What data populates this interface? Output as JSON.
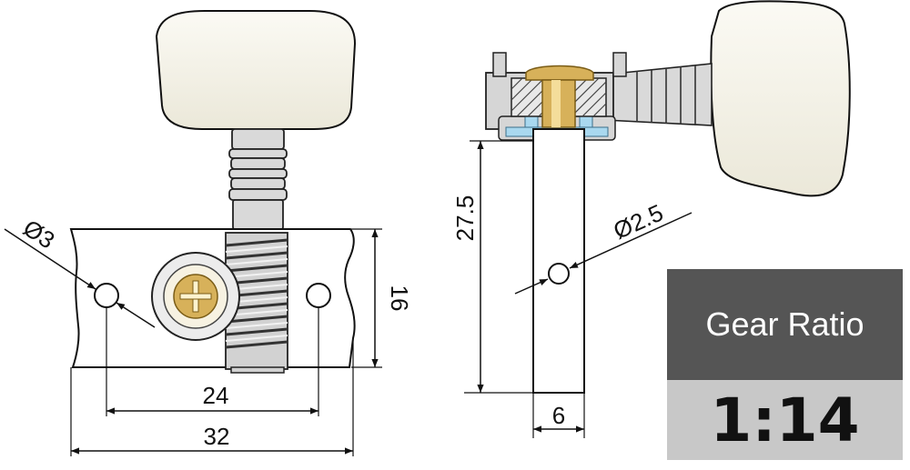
{
  "diagram": {
    "front_view": {
      "hole_diameter": "Ø3",
      "hole_spacing": "24",
      "plate_length": "32",
      "plate_height": "16"
    },
    "side_view": {
      "post_height": "27.5",
      "hole_diameter": "Ø2.5",
      "post_width": "6"
    }
  },
  "gear_ratio": {
    "label": "Gear Ratio",
    "value": "1:14"
  },
  "colors": {
    "button": "#f3f1e6",
    "metal": "#dadada",
    "brass": "#d7b15a",
    "accent_blue": "#a9d8ef",
    "ratio_header": "#555555",
    "ratio_body": "#c8c8c8"
  }
}
